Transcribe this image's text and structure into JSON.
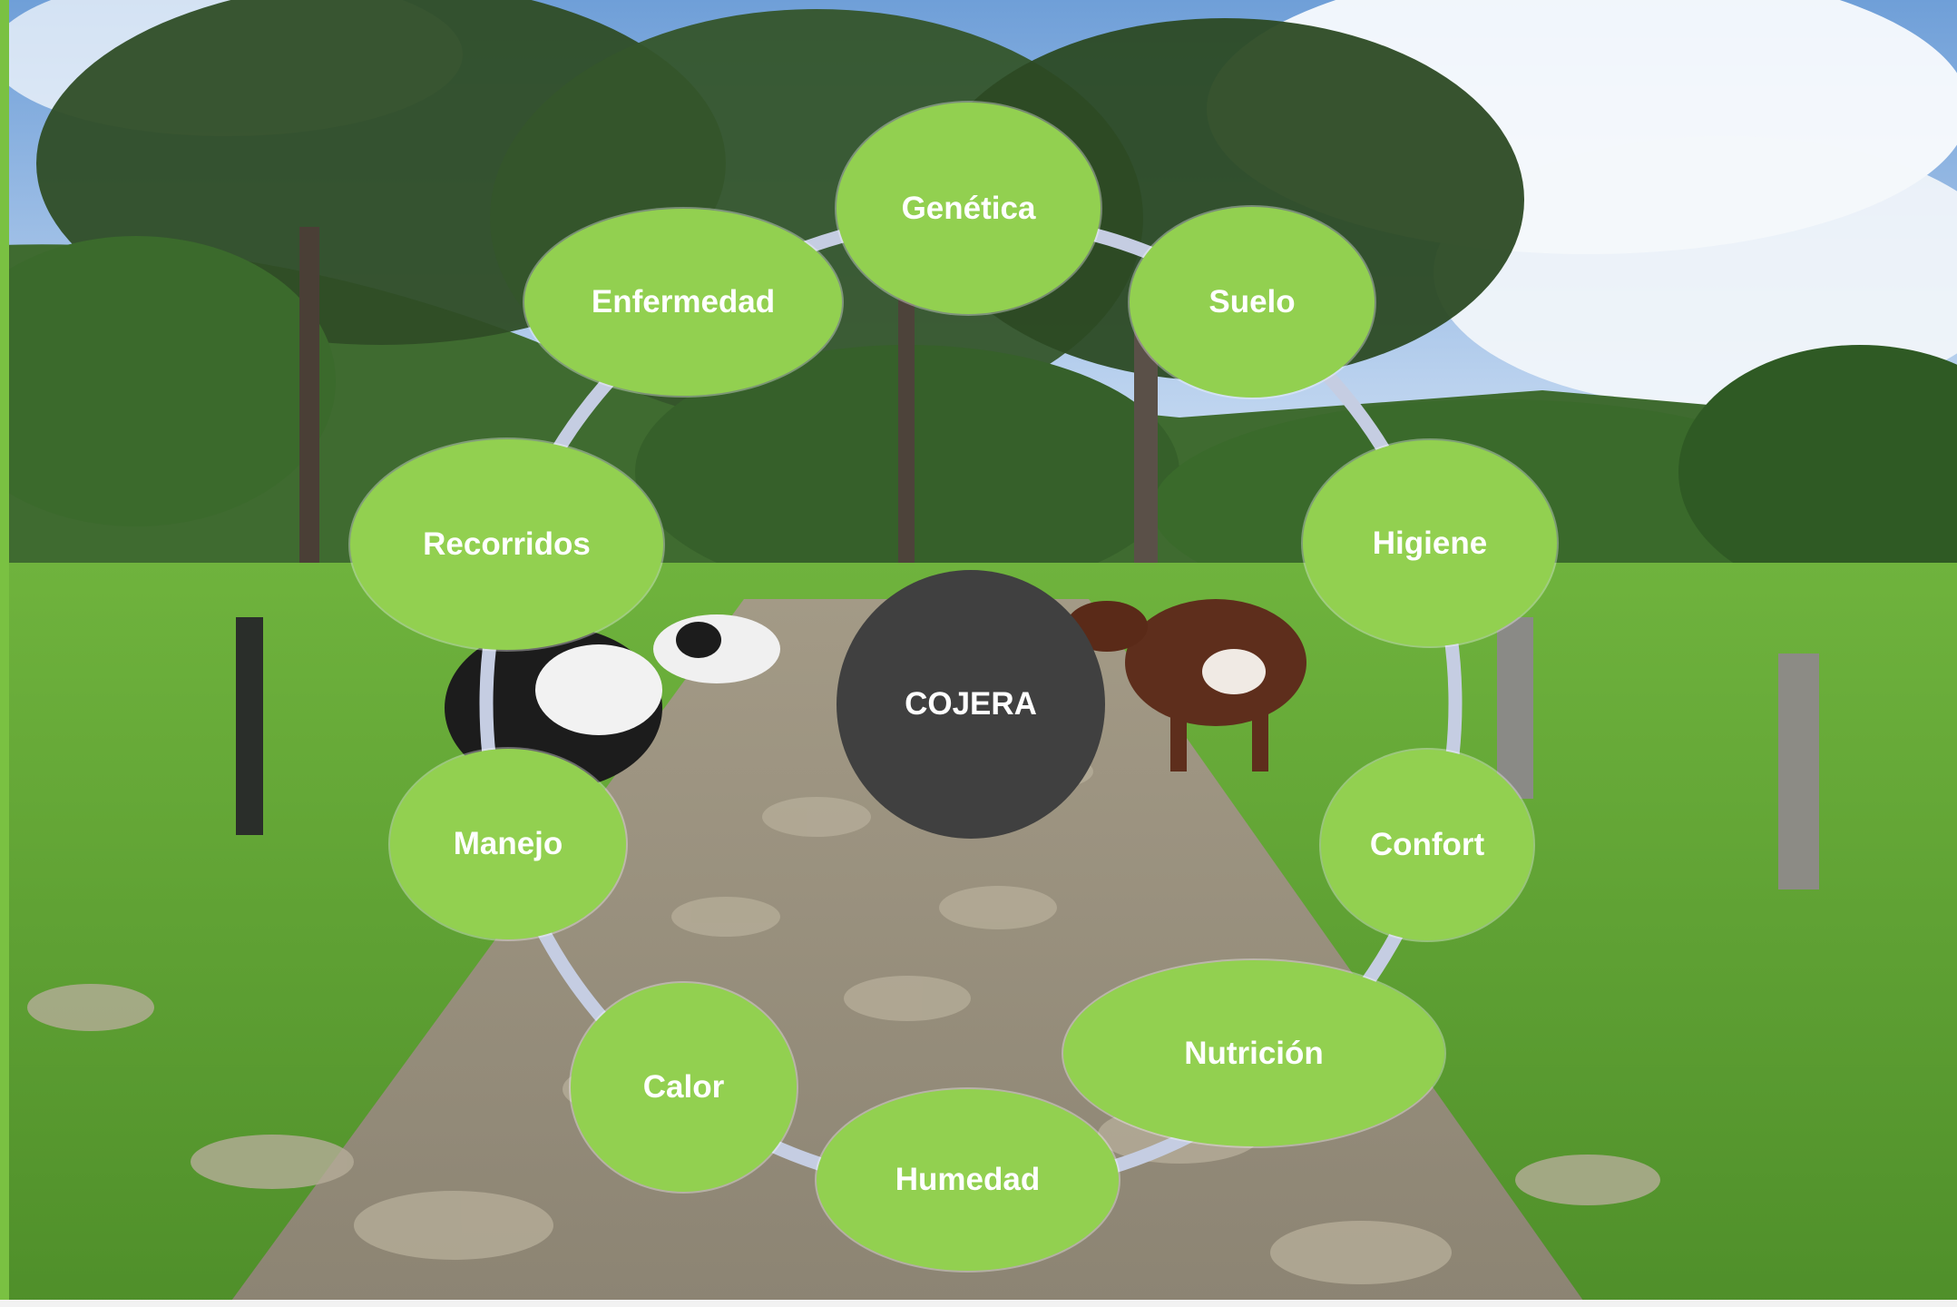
{
  "diagram": {
    "center": {
      "label": "COJERA"
    },
    "nodes": [
      {
        "id": "genetica",
        "label": "Genética"
      },
      {
        "id": "suelo",
        "label": "Suelo"
      },
      {
        "id": "higiene",
        "label": "Higiene"
      },
      {
        "id": "confort",
        "label": "Confort"
      },
      {
        "id": "nutricion",
        "label": "Nutrición"
      },
      {
        "id": "humedad",
        "label": "Humedad"
      },
      {
        "id": "calor",
        "label": "Calor"
      },
      {
        "id": "manejo",
        "label": "Manejo"
      },
      {
        "id": "recorridos",
        "label": "Recorridos"
      },
      {
        "id": "enfermedad",
        "label": "Enfermedad"
      }
    ]
  },
  "colors": {
    "node_fill": "#92d050",
    "center_fill": "#404040",
    "ring": "#c5cde2",
    "accent": "#7ac142"
  },
  "background": {
    "description_icon": "landscape-photo"
  }
}
